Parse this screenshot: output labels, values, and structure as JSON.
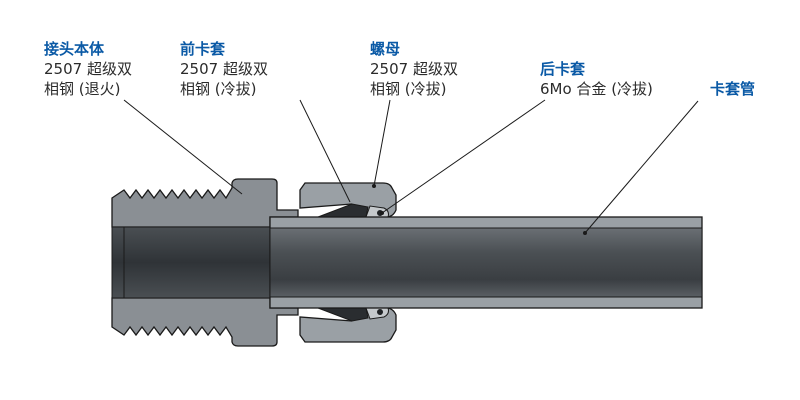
{
  "labels": {
    "body": {
      "title": "接头本体",
      "line1": "2507 超级双",
      "line2": "相钢 (退火)"
    },
    "front": {
      "title": "前卡套",
      "line1": "2507 超级双",
      "line2": "相钢 (冷拔)"
    },
    "nut": {
      "title": "螺母",
      "line1": "2507 超级双",
      "line2": "相钢 (冷拔)"
    },
    "back": {
      "title": "后卡套",
      "line1": "6Mo 合金 (冷拔)"
    },
    "tube": {
      "title": "卡套管"
    }
  },
  "colors": {
    "title": "#0b5aa6",
    "text": "#2b2b2b",
    "metal": "#8a8f94",
    "metal_light": "#a6abb0",
    "bore": "#3b3f43",
    "tube": "#54595e",
    "outline": "#1a1a1a"
  }
}
